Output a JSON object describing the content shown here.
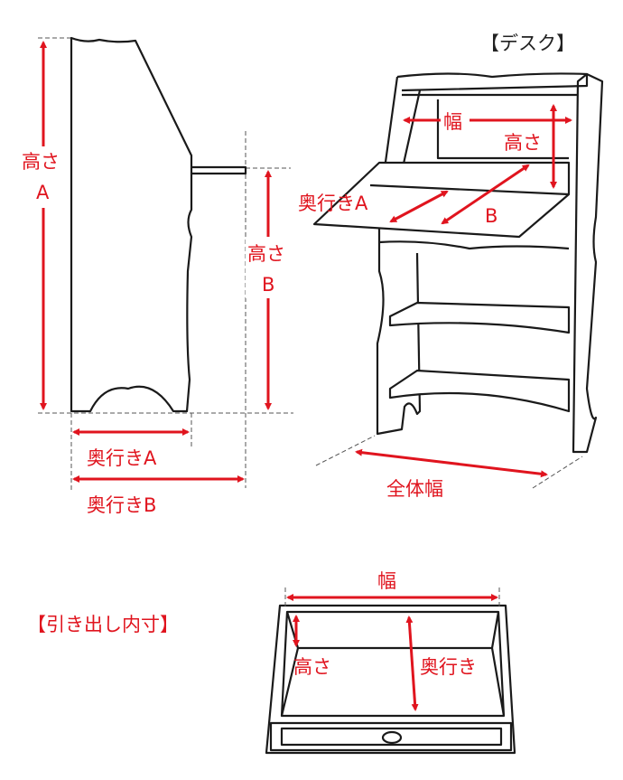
{
  "colors": {
    "accent": "#e0141e",
    "line": "#1a1a1a"
  },
  "side_view": {
    "height_a": [
      "高さ",
      "A"
    ],
    "height_b": [
      "高さ",
      "B"
    ],
    "depth_a": "奥行きA",
    "depth_b": "奥行きB"
  },
  "desk": {
    "title": "【デスク】",
    "width": "幅",
    "height": "高さ",
    "depth_a": "奥行きA",
    "b": "B",
    "total_width": "全体幅"
  },
  "drawer": {
    "title": "【引き出し内寸】",
    "width": "幅",
    "height": "高さ",
    "depth": "奥行き"
  }
}
